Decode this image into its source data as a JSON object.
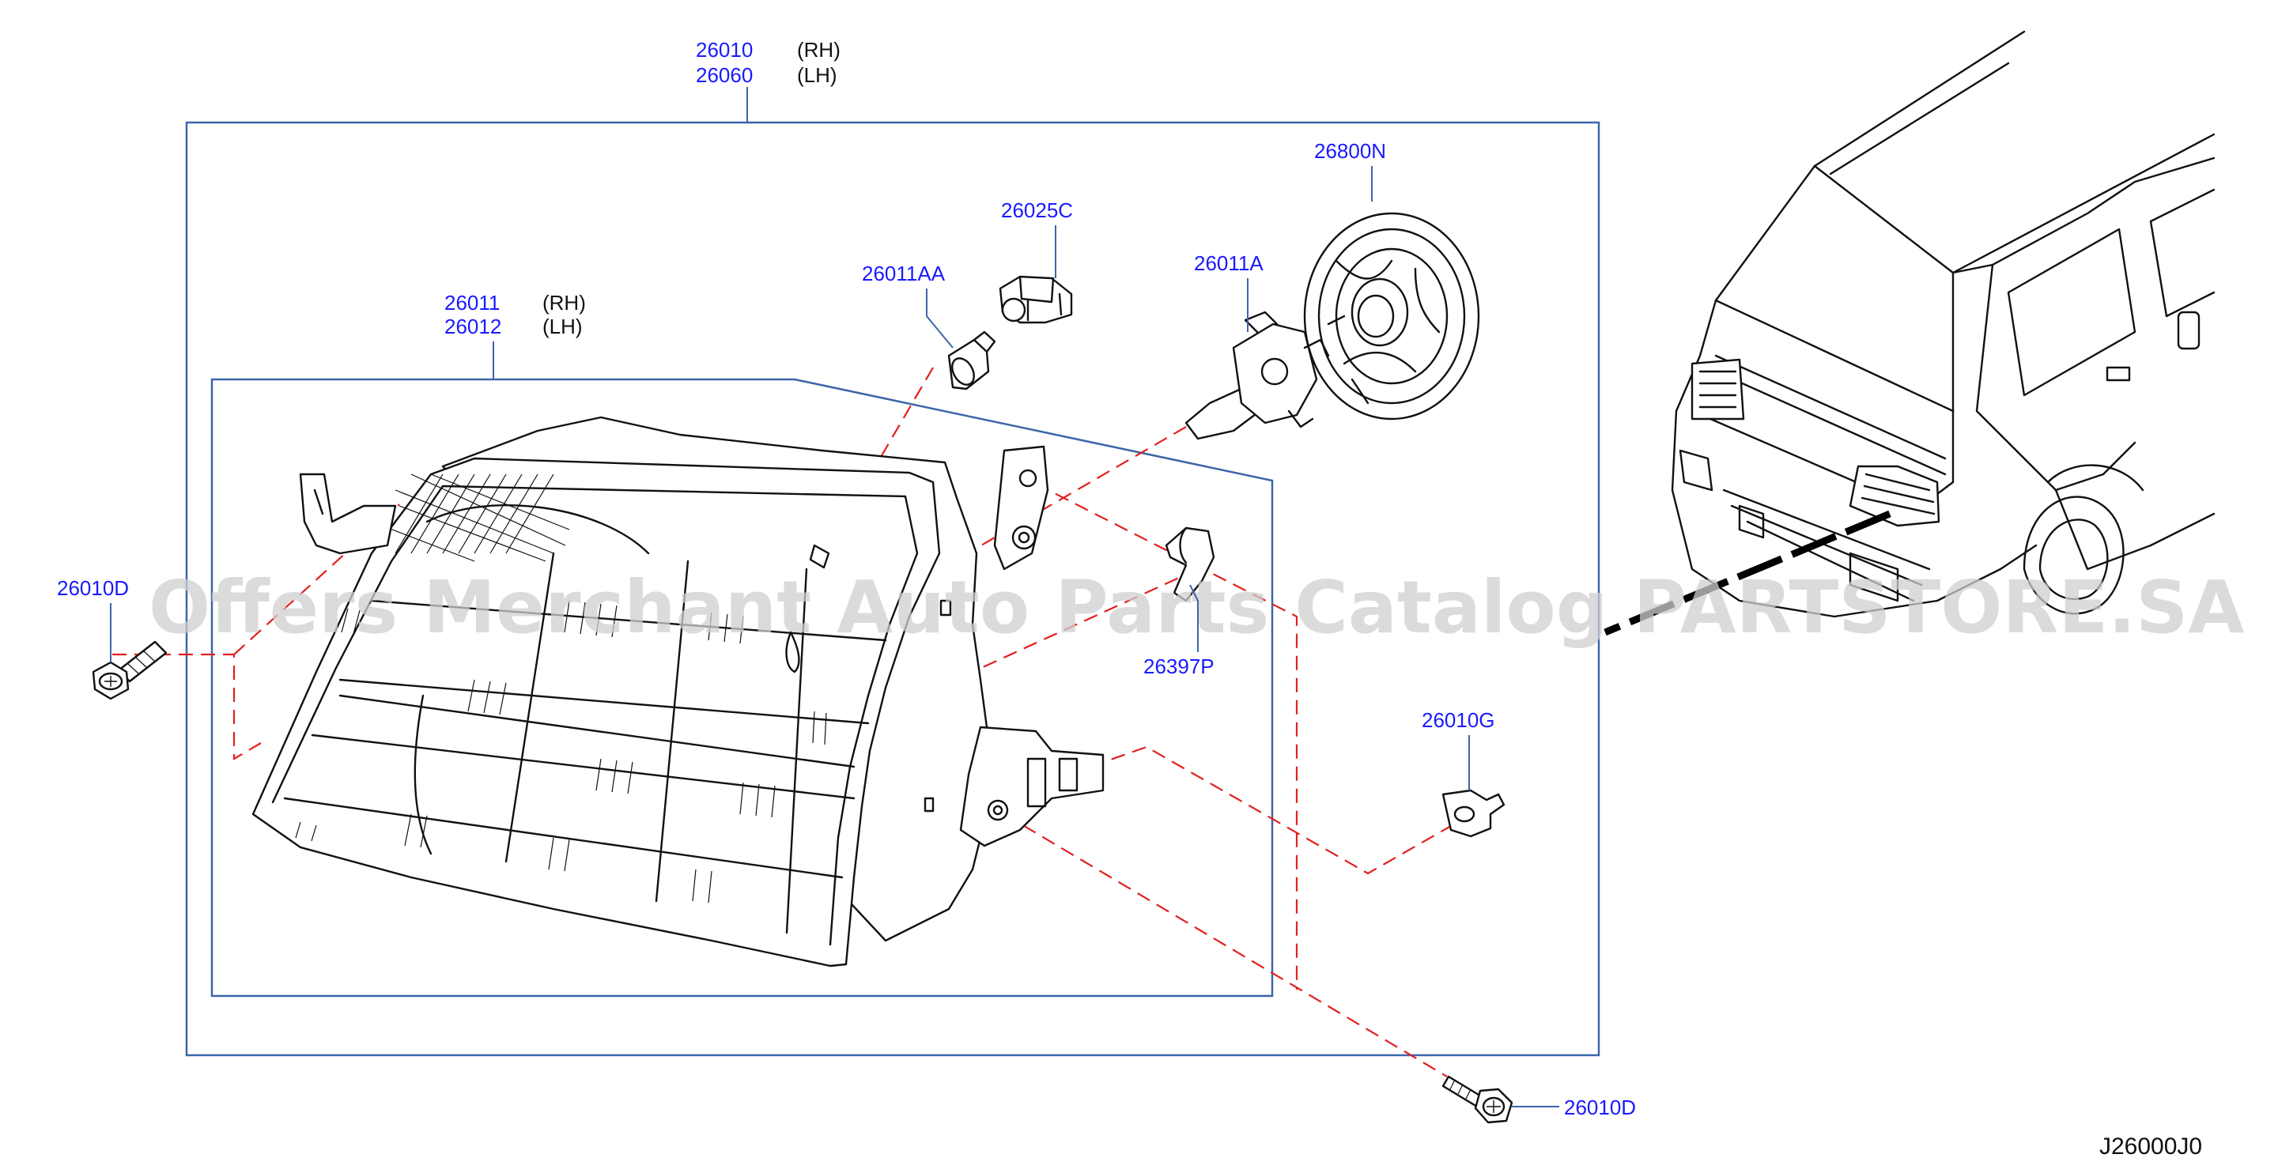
{
  "diagram": {
    "diagram_code": "J26000J0",
    "watermark": "Offers Merchant Auto Parts Catalog PARTSTORE.SA",
    "parts": {
      "headlamp_assy": {
        "number_rh": "26010",
        "suffix_rh": "(RH)",
        "number_lh": "26060",
        "suffix_lh": "(LH)"
      },
      "housing": {
        "number_rh": "26011",
        "suffix_rh": "(RH)",
        "number_lh": "26012",
        "suffix_lh": "(LH)"
      },
      "sealing_cap": {
        "number": "26800N"
      },
      "socket": {
        "number": "26025C"
      },
      "side_bulb": {
        "number": "26011AA"
      },
      "main_bulb": {
        "number": "26011A"
      },
      "wiring_socket": {
        "number": "26397P"
      },
      "clip": {
        "number": "26010G"
      },
      "screw_left": {
        "number": "26010D"
      },
      "screw_bottom": {
        "number": "26010D"
      }
    }
  }
}
